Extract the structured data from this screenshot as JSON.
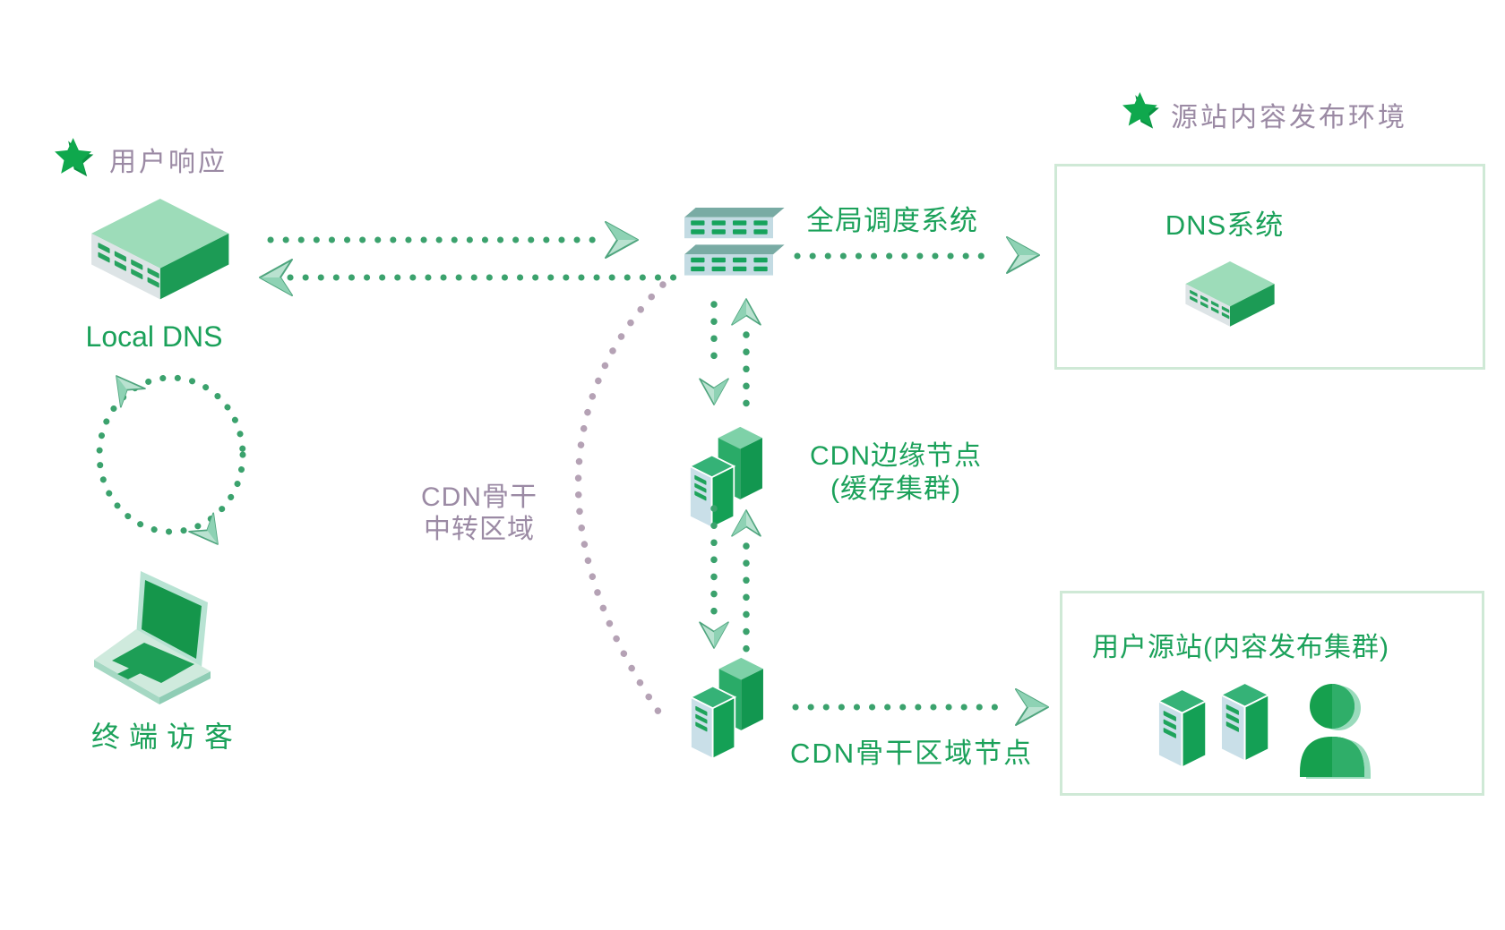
{
  "colors": {
    "label_green": "#1ba15a",
    "label_purple": "#9b8aa4",
    "dot_green": "#3ba26d",
    "dot_purple": "#b5a2b5",
    "arrow_fill": "#b9e2d0",
    "arrow_fold": "#8ed2b4",
    "arrow_stroke": "#4fa57e",
    "zone_box_border": "#cfe9d6",
    "star_green": "#0fa84d",
    "server_top": "#9ddcb9",
    "server_side": "#1c9b55",
    "server_front": "#dde4e6"
  },
  "legend": {
    "user_response": {
      "label": "用户响应"
    },
    "origin_env": {
      "label": "源站内容发布环境"
    }
  },
  "nodes": {
    "local_dns": {
      "label": "Local DNS"
    },
    "terminal_visitor": {
      "label": "终端访客"
    },
    "gslb": {
      "label": "全局调度系统"
    },
    "dns_system": {
      "label": "DNS系统"
    },
    "edge_node": {
      "label_line1": "CDN边缘节点",
      "label_line2": "(缓存集群)"
    },
    "backbone_node": {
      "label": "CDN骨干区域节点"
    },
    "transit_area": {
      "label_line1": "CDN骨干",
      "label_line2": "中转区域"
    },
    "origin_site": {
      "label": "用户源站(内容发布集群)"
    }
  },
  "icons": {
    "local_dns": "server-icon",
    "dns_system": "server-icon",
    "gslb": "switch-stack-icon",
    "edge_node": "tower-servers-icon",
    "backbone_node": "tower-servers-icon",
    "origin_site": "tower-servers-and-person-icon",
    "terminal_visitor": "laptop-icon",
    "legend": "star-icon"
  }
}
